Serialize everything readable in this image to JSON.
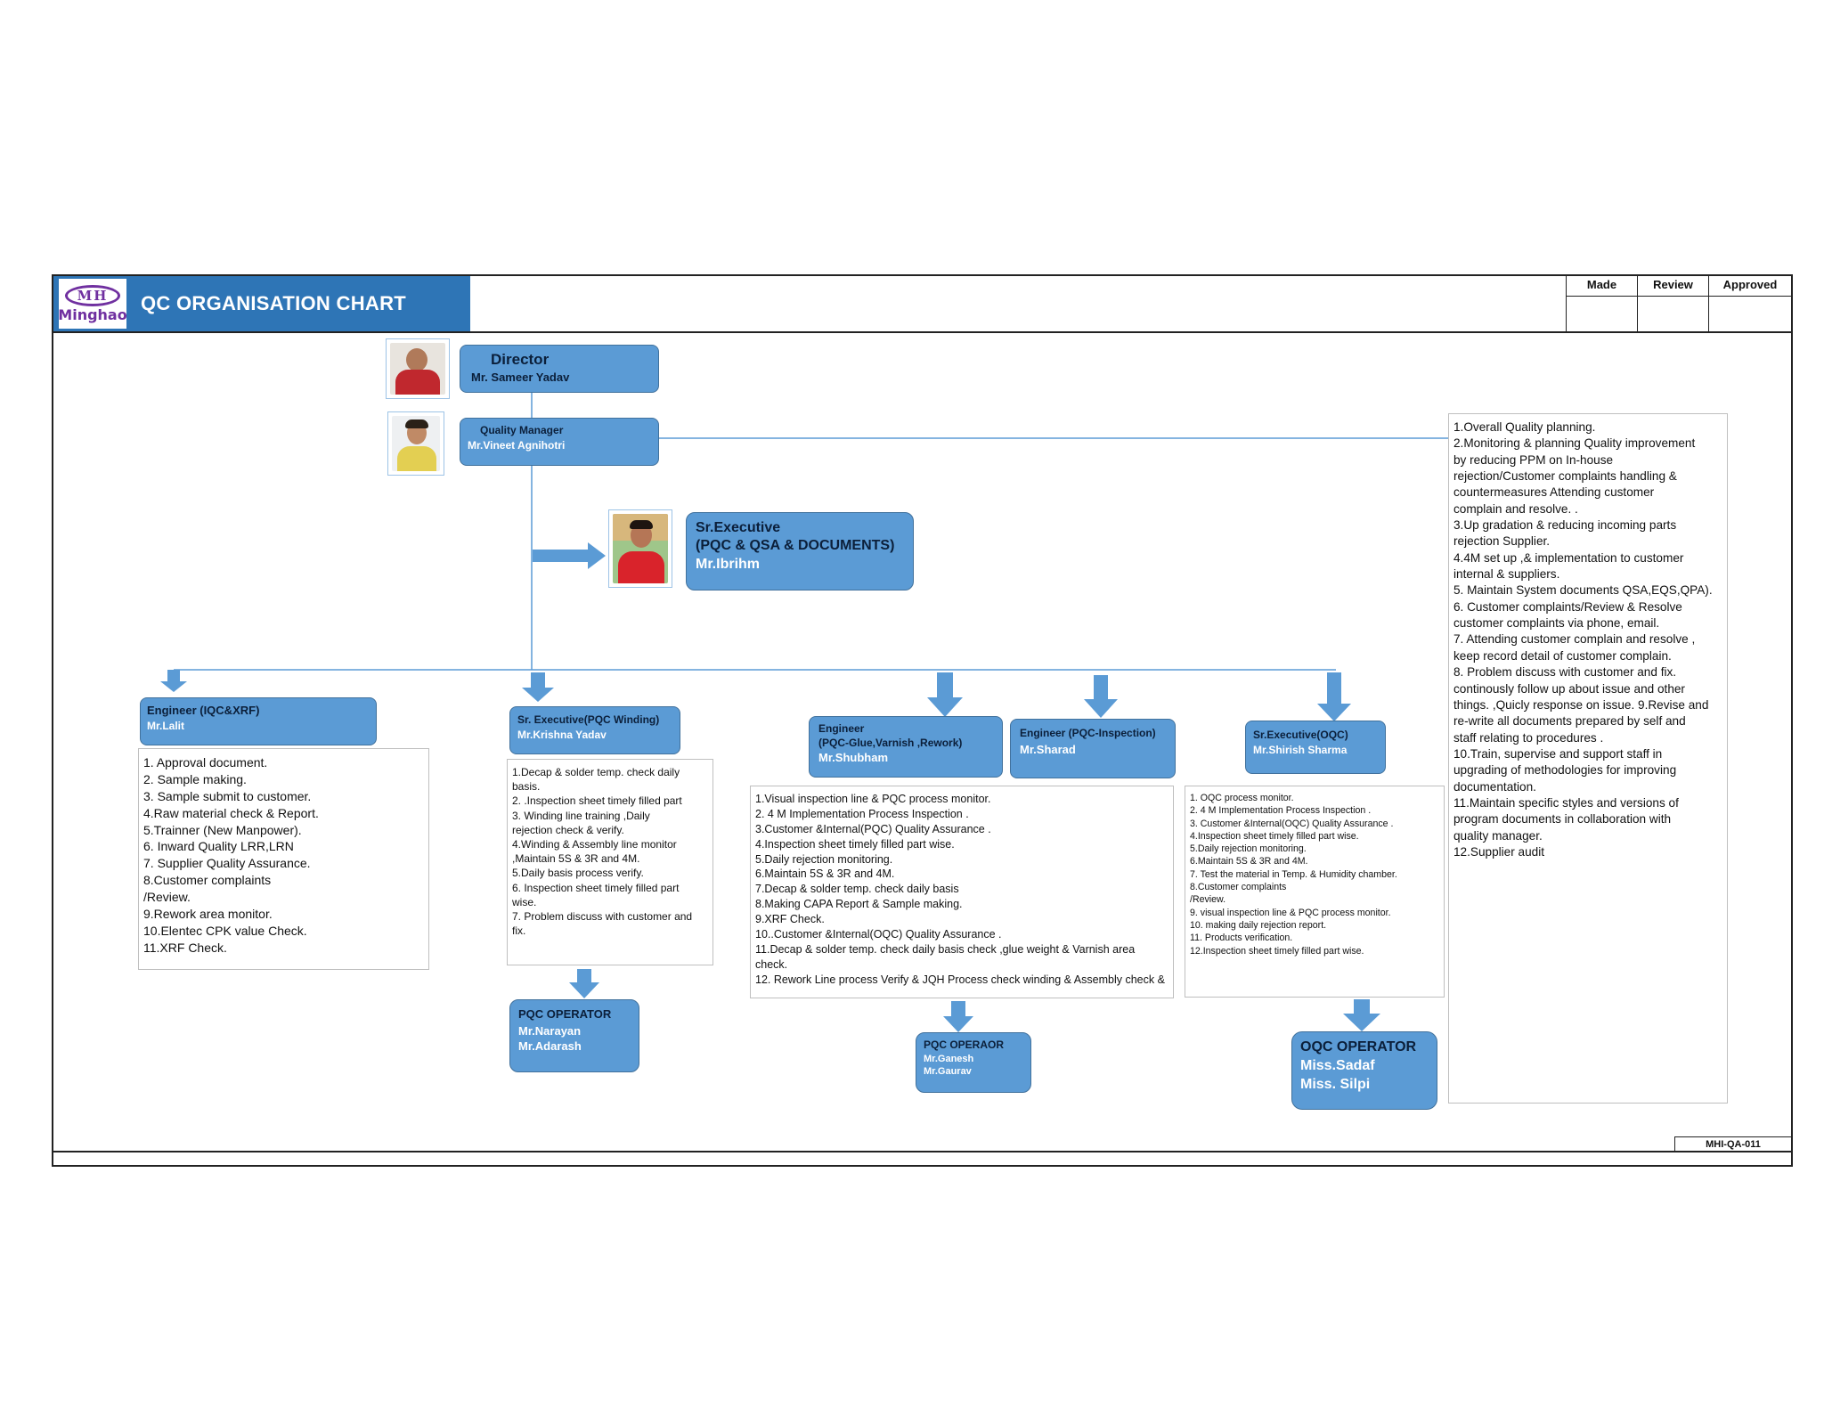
{
  "header": {
    "logo_mark": "MH",
    "logo_text": "Minghao",
    "title": "QC ORGANISATION CHART"
  },
  "approval": {
    "made": "Made",
    "review": "Review",
    "approved": "Approved"
  },
  "doc_number": "MHI-QA-011",
  "director": {
    "title": "Director",
    "name": "Mr. Sameer Yadav"
  },
  "quality_manager": {
    "title": "Quality Manager",
    "name": "Mr.Vineet Agnihotri"
  },
  "sr_executive_docs": {
    "title": "Sr.Executive",
    "subtitle": "(PQC & QSA & DOCUMENTS)",
    "name": "Mr.Ibrihm"
  },
  "engineer_iqc": {
    "title": "Engineer (IQC&XRF)",
    "name": "Mr.Lalit",
    "duties": [
      "1. Approval document.",
      "2. Sample making.",
      "3. Sample submit to customer.",
      "4.Raw material check  & Report.",
      "5.Trainner (New Manpower).",
      "6. Inward Quality LRR,LRN",
      "7. Supplier Quality Assurance.",
      "8.Customer complaints",
      "/Review.",
      "9.Rework area monitor.",
      "10.Elentec CPK value Check.",
      "11.XRF Check."
    ]
  },
  "sr_exec_pqc_winding": {
    "title": "Sr. Executive(PQC Winding)",
    "name": "Mr.Krishna Yadav",
    "duties": [
      "1.Decap & solder temp. check daily",
      "basis.",
      "2. .Inspection sheet timely filled part",
      "3. Winding line training ,Daily",
      "rejection check & verify.",
      "4.Winding & Assembly line monitor",
      ",Maintain 5S & 3R and 4M.",
      "5.Daily basis process verify.",
      "6. Inspection sheet timely filled part",
      "wise.",
      "7. Problem discuss with customer and",
      "fix."
    ]
  },
  "engineer_glue": {
    "title": "Engineer",
    "subtitle": "(PQC-Glue,Varnish ,Rework)",
    "name": "Mr.Shubham",
    "duties": [
      "1.Visual inspection line & PQC  process monitor.",
      "2. 4 M Implementation Process Inspection .",
      "3.Customer &Internal(PQC) Quality Assurance .",
      "4.Inspection sheet timely filled part wise.",
      "5.Daily rejection monitoring.",
      "6.Maintain 5S & 3R and 4M.",
      "7.Decap & solder temp. check daily basis",
      "8.Making CAPA Report & Sample making.",
      "9.XRF Check.",
      "10..Customer &Internal(OQC) Quality Assurance .",
      "11.Decap & solder temp. check daily basis check ,glue weight & Varnish area",
      "check.",
      "12. Rework Line process Verify & JQH Process check winding & Assembly check &"
    ]
  },
  "engineer_inspection": {
    "title": "Engineer (PQC-Inspection)",
    "name": "Mr.Sharad"
  },
  "sr_exec_oqc": {
    "title": "Sr.Executive(OQC)",
    "name": "Mr.Shirish Sharma",
    "duties": [
      "1.  OQC  process monitor.",
      "2. 4 M Implementation Process Inspection .",
      "3. Customer &Internal(OQC) Quality Assurance .",
      "4.Inspection sheet timely filled part wise.",
      "5.Daily rejection monitoring.",
      "6.Maintain 5S & 3R and 4M.",
      "7. Test the material in Temp. & Humidity chamber.",
      "8.Customer complaints",
      "/Review.",
      "9.  visual inspection line & PQC  process monitor.",
      "10. making daily rejection report.",
      "11. Products verification.",
      "12.Inspection sheet timely filled part wise."
    ]
  },
  "pqc_operator_1": {
    "title": "PQC OPERATOR",
    "names": [
      "Mr.Narayan",
      "Mr.Adarash"
    ]
  },
  "pqc_operator_2": {
    "title": "PQC OPERAOR",
    "names": [
      "Mr.Ganesh",
      "Mr.Gaurav"
    ]
  },
  "oqc_operator": {
    "title": "OQC OPERATOR",
    "names": [
      "Miss.Sadaf",
      "Miss. Silpi"
    ]
  },
  "qm_duties": [
    "1.Overall Quality planning.",
    "2.Monitoring & planning Quality improvement",
    "by reducing PPM on In-house",
    "rejection/Customer complaints handling &",
    "countermeasures Attending customer",
    "complain and resolve. .",
    " 3.Up gradation & reducing incoming parts",
    "rejection Supplier.",
    " 4.4M set up ,& implementation to customer",
    "internal & suppliers.",
    " 5. Maintain System documents QSA,EQS,QPA).",
    "  6. Customer complaints/Review & Resolve",
    "customer complaints via phone, email.",
    " 7. Attending customer complain and resolve ,",
    "keep record detail of customer complain.",
    "8. Problem discuss with customer and fix.",
    "continously follow up about issue and other",
    "things. ,Quicly response on issue.  9.Revise and",
    "re-write all documents prepared by self and",
    "staff relating to procedures .",
    "10.Train, supervise and support staff in",
    "upgrading of methodologies for improving",
    "documentation.",
    "11.Maintain specific styles and versions of",
    "program documents in collaboration with",
    "quality manager.",
    "12.Supplier audit"
  ],
  "colors": {
    "box_fill": "#5b9bd5",
    "box_border": "#41719c",
    "header_band": "#2e75b6",
    "title_text": "#0b1f3a",
    "logo": "#7030a0"
  }
}
